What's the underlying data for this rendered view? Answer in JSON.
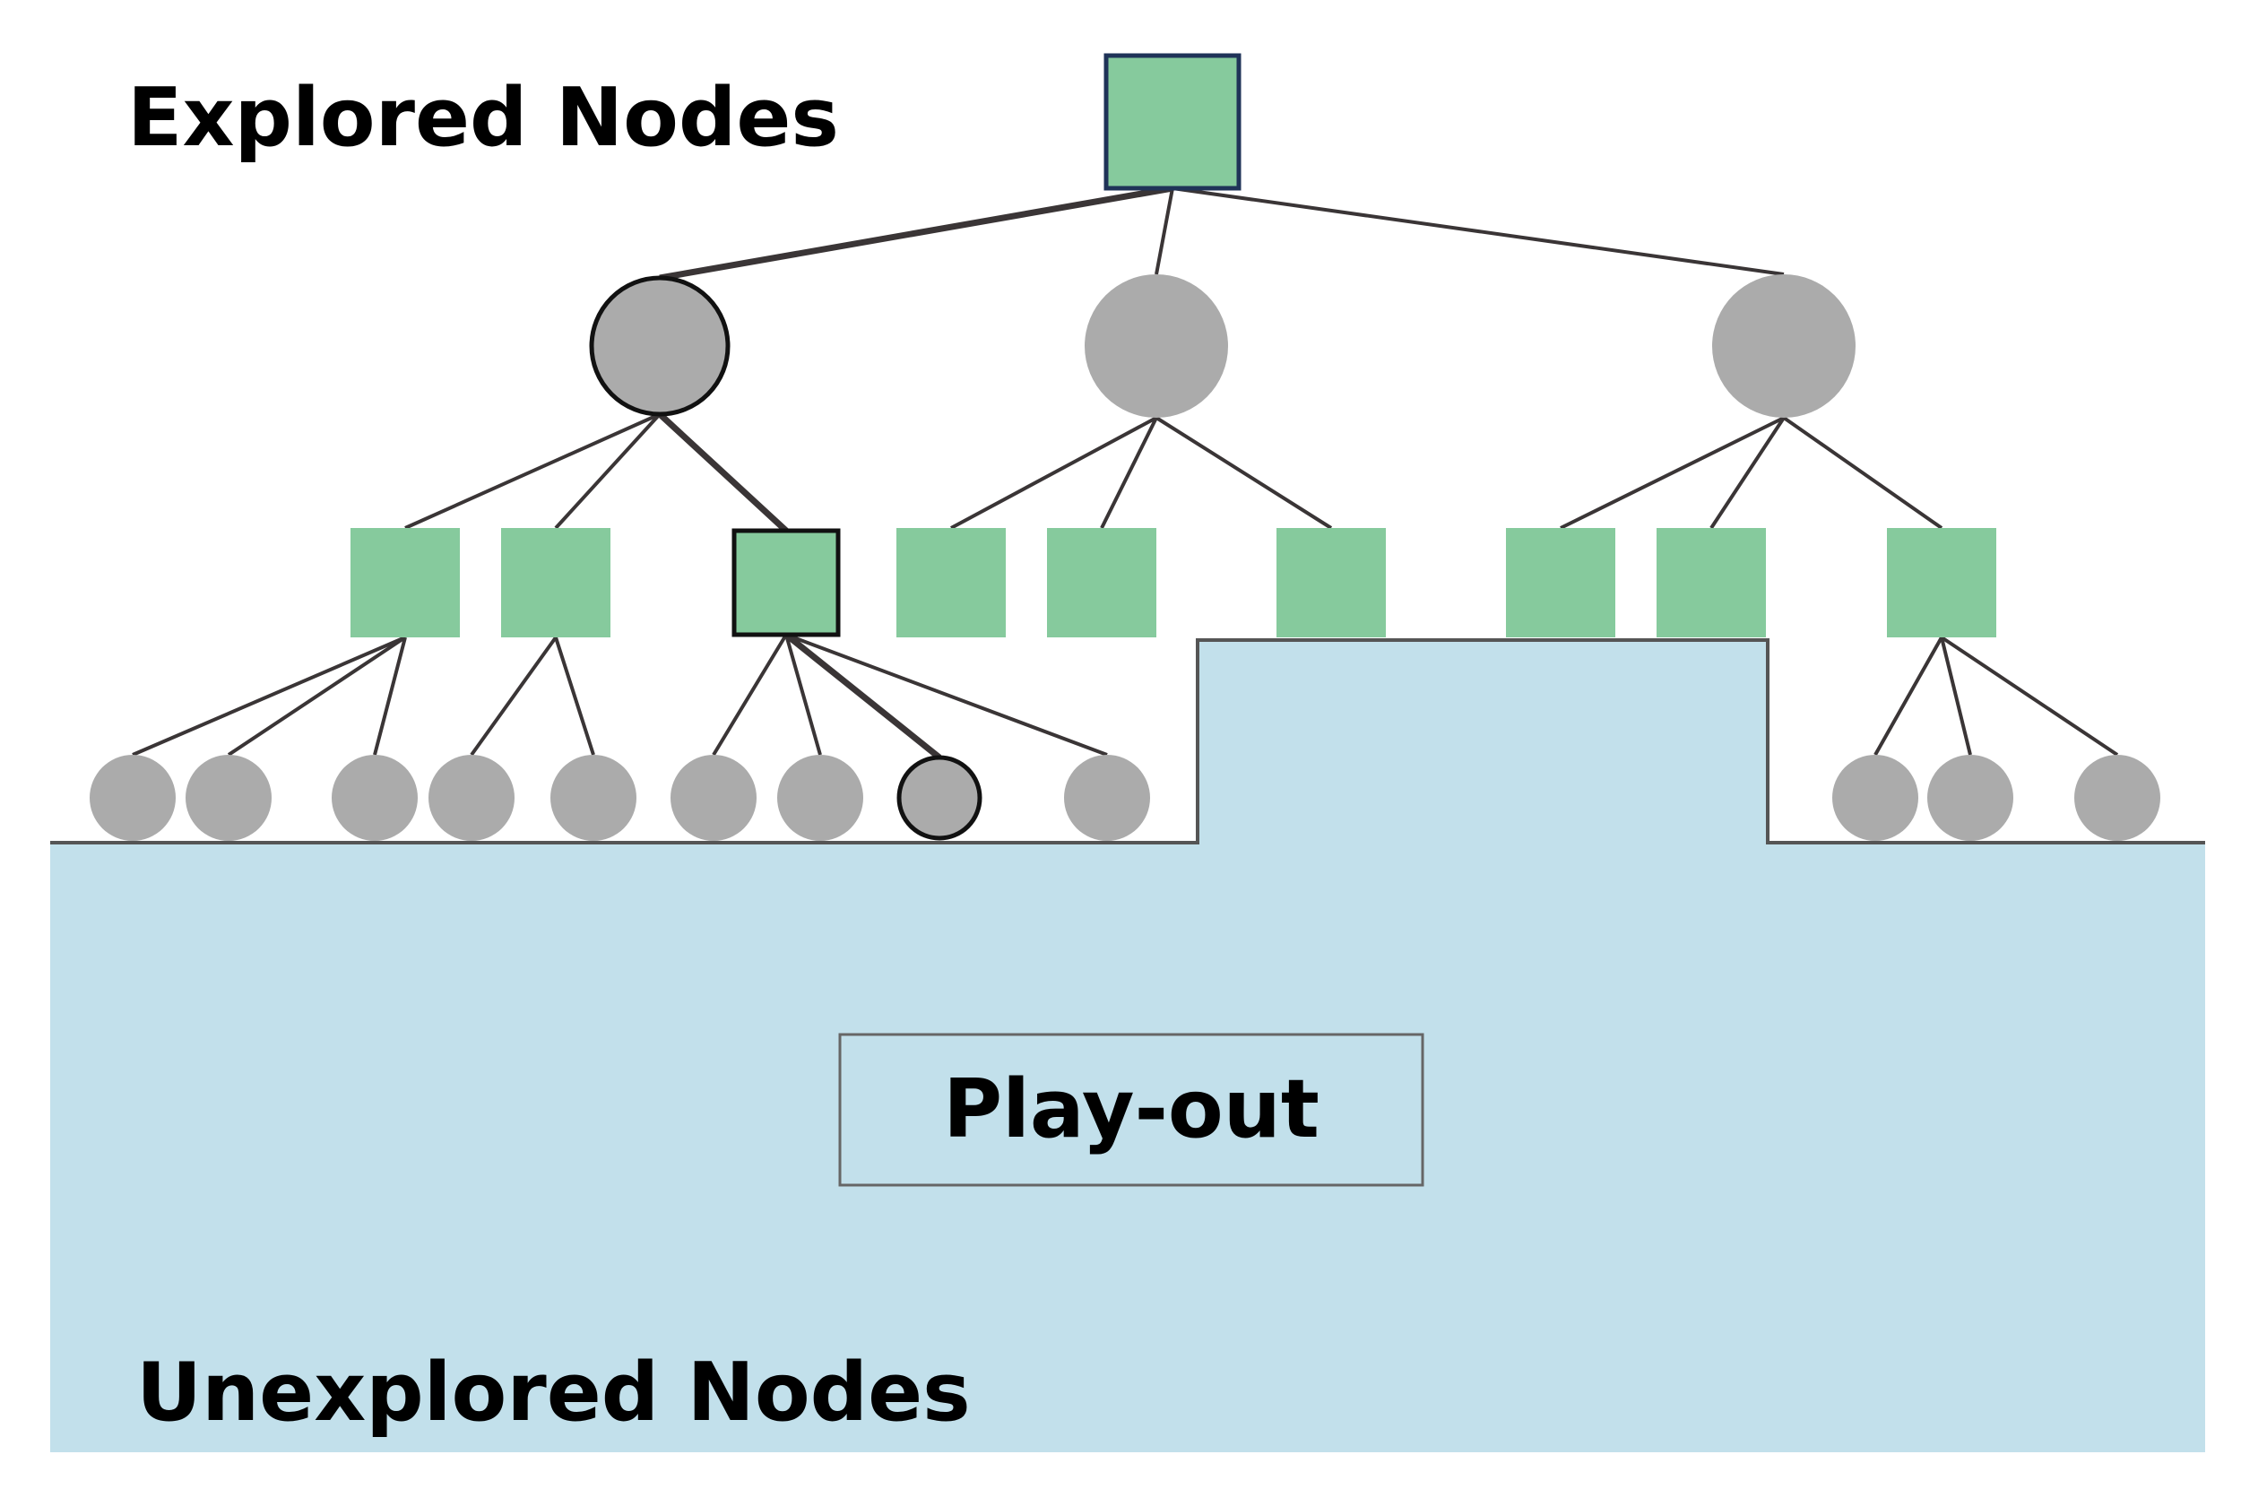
{
  "labels": {
    "explored": "Explored Nodes",
    "unexplored": "Unexplored Nodes",
    "playout": "Play-out"
  },
  "colors": {
    "decision_node": "#86CA9D",
    "chance_node": "#ABABAB",
    "unexplored_region": "#C2E0EB",
    "edge": "#3A3536",
    "highlight_outline": "#111111",
    "root_outline": "#1F3358",
    "box_border": "#666666"
  },
  "tree": {
    "root": {
      "id": "root",
      "shape": "square",
      "highlighted": true
    },
    "nodes": [
      {
        "id": "c1",
        "shape": "circle",
        "parent": "root",
        "highlighted": true
      },
      {
        "id": "c2",
        "shape": "circle",
        "parent": "root",
        "highlighted": false
      },
      {
        "id": "c3",
        "shape": "circle",
        "parent": "root",
        "highlighted": false
      },
      {
        "id": "s1",
        "shape": "square",
        "parent": "c1",
        "highlighted": false
      },
      {
        "id": "s2",
        "shape": "square",
        "parent": "c1",
        "highlighted": false
      },
      {
        "id": "s3",
        "shape": "square",
        "parent": "c1",
        "highlighted": true
      },
      {
        "id": "s4",
        "shape": "square",
        "parent": "c2",
        "highlighted": false
      },
      {
        "id": "s5",
        "shape": "square",
        "parent": "c2",
        "highlighted": false
      },
      {
        "id": "s6",
        "shape": "square",
        "parent": "c2",
        "highlighted": false
      },
      {
        "id": "s7",
        "shape": "square",
        "parent": "c3",
        "highlighted": false
      },
      {
        "id": "s8",
        "shape": "square",
        "parent": "c3",
        "highlighted": false
      },
      {
        "id": "s9",
        "shape": "square",
        "parent": "c3",
        "highlighted": false
      },
      {
        "id": "l1",
        "shape": "circle",
        "parent": "s1",
        "highlighted": false
      },
      {
        "id": "l2",
        "shape": "circle",
        "parent": "s1",
        "highlighted": false
      },
      {
        "id": "l3",
        "shape": "circle",
        "parent": "s1",
        "highlighted": false
      },
      {
        "id": "l4",
        "shape": "circle",
        "parent": "s2",
        "highlighted": false
      },
      {
        "id": "l5",
        "shape": "circle",
        "parent": "s2",
        "highlighted": false
      },
      {
        "id": "l6",
        "shape": "circle",
        "parent": "s3",
        "highlighted": false
      },
      {
        "id": "l7",
        "shape": "circle",
        "parent": "s3",
        "highlighted": false
      },
      {
        "id": "l8",
        "shape": "circle",
        "parent": "s3",
        "highlighted": true
      },
      {
        "id": "l9",
        "shape": "circle",
        "parent": "s3",
        "highlighted": false
      },
      {
        "id": "l10",
        "shape": "circle",
        "parent": "s9",
        "highlighted": false
      },
      {
        "id": "l11",
        "shape": "circle",
        "parent": "s9",
        "highlighted": false
      },
      {
        "id": "l12",
        "shape": "circle",
        "parent": "s9",
        "highlighted": false
      }
    ]
  }
}
